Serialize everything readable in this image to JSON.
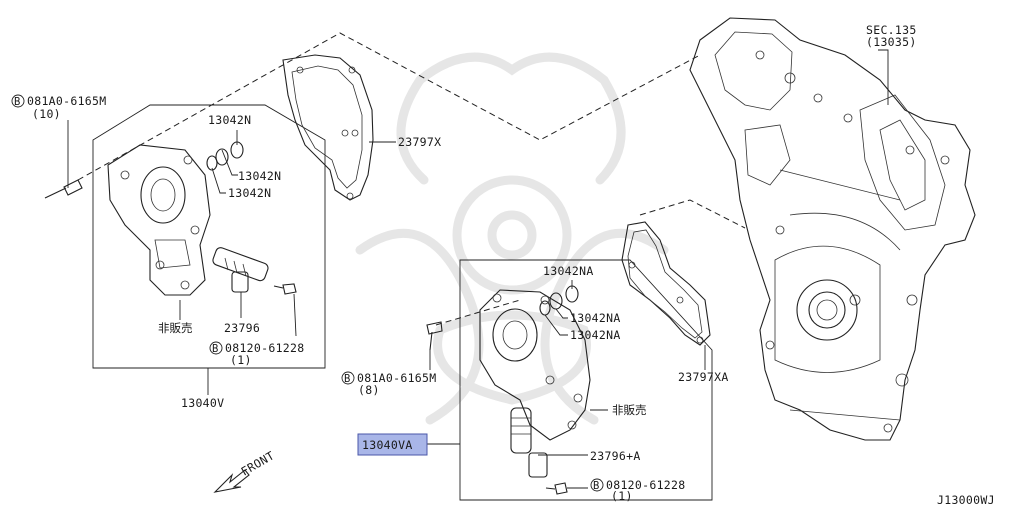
{
  "diagram": {
    "code": "J13000WJ",
    "section_ref": {
      "label": "SEC.135",
      "sub": "(13035)"
    },
    "front_label": "FRONT",
    "left_assembly": {
      "assembly": "13040V",
      "gasket": "23797X",
      "oring_top": "13042N",
      "oring_mid": "13042N",
      "oring_low": "13042N",
      "solenoid": "23796",
      "not_for_sale": "非販売",
      "bolt_top": "081A0-6165M",
      "bolt_top_qty": "(10)",
      "bolt_bottom": "08120-61228",
      "bolt_bottom_qty": "(1)"
    },
    "right_assembly": {
      "assembly": "13040VA",
      "gasket": "23797XA",
      "oring_top": "13042NA",
      "oring_mid": "13042NA",
      "oring_low": "13042NA",
      "solenoid": "23796+A",
      "not_for_sale": "非販売",
      "bolt_top": "081A0-6165M",
      "bolt_top_qty": "(8)",
      "bolt_bottom": "08120-61228",
      "bolt_bottom_qty": "(1)"
    },
    "bolt_marker": "B"
  }
}
